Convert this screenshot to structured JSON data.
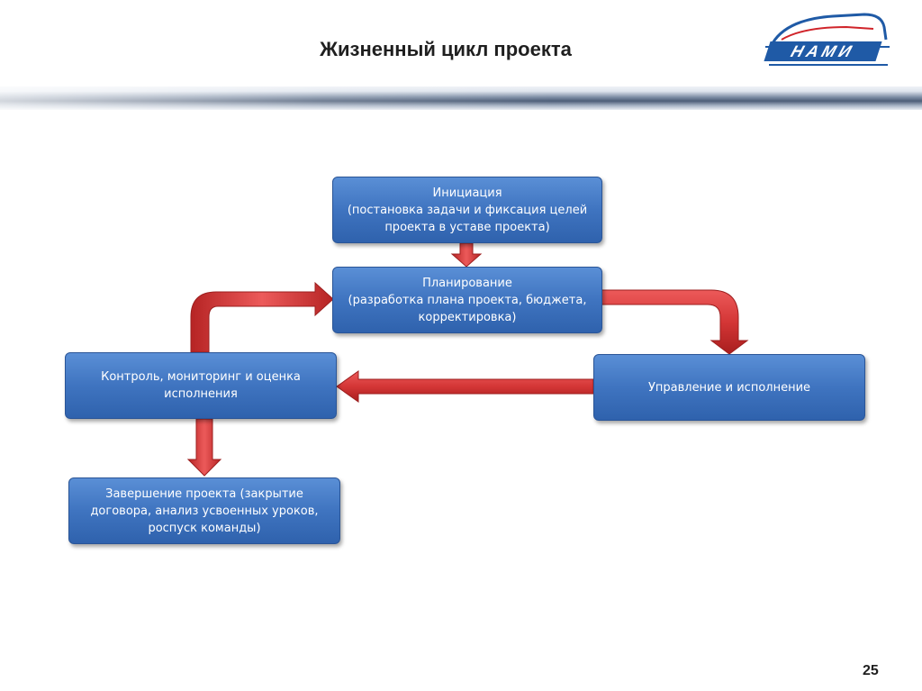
{
  "slide": {
    "title": "Жизненный цикл проекта",
    "page_number": "25"
  },
  "logo": {
    "text": "НАМИ",
    "colors": {
      "primary": "#1f5aa6",
      "accent": "#d0242a"
    }
  },
  "diagram": {
    "nodes": [
      {
        "id": "initiation",
        "text": "Инициация\n(постановка задачи и фиксация целей\nпроекта в уставе проекта)"
      },
      {
        "id": "planning",
        "text": "Планирование\n(разработка плана проекта, бюджета,\nкорректировка)"
      },
      {
        "id": "control",
        "text": "Контроль, мониторинг и оценка\nисполнения"
      },
      {
        "id": "execution",
        "text": "Управление и исполнение"
      },
      {
        "id": "closing",
        "text": "Завершение проекта (закрытие\nдоговора, анализ усвоенных уроков,\nроспуск команды)"
      }
    ],
    "edges": [
      {
        "from": "initiation",
        "to": "planning"
      },
      {
        "from": "planning",
        "to": "execution"
      },
      {
        "from": "execution",
        "to": "control"
      },
      {
        "from": "control",
        "to": "planning"
      },
      {
        "from": "control",
        "to": "closing"
      }
    ],
    "colors": {
      "box_fill": "#3f74c0",
      "box_border": "#2a5597",
      "box_text": "#ffffff",
      "arrow_fill": "#d63a3a",
      "arrow_border": "#9c1f1f"
    }
  }
}
